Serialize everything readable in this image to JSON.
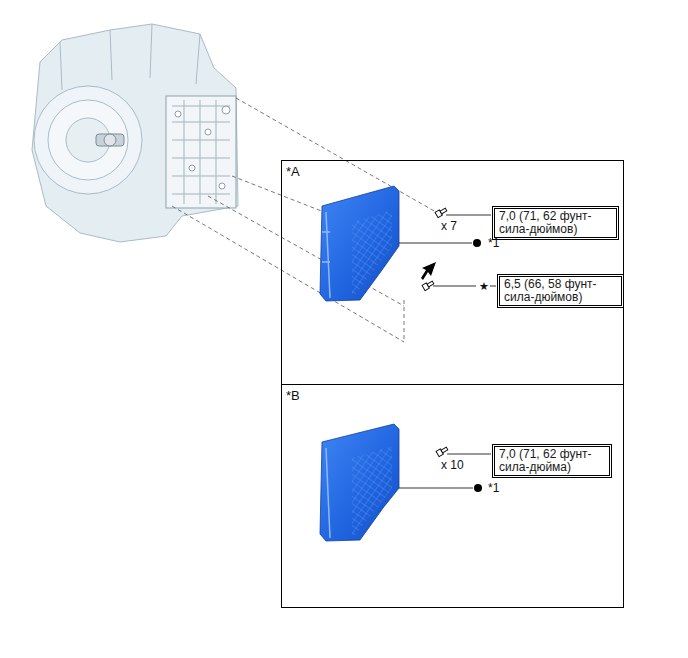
{
  "diagram": {
    "nodes": [
      {
        "text": [
          "*A"
        ]
      },
      {
        "text": [
          "7,0 (71, 62 фунт-сила-дюймов)"
        ],
        "in": 0
      },
      {
        "text": [
          "6,5 (66, 58 фунт-сила-дюймов)"
        ],
        "in": 0
      },
      {
        "text": [
          "*B"
        ]
      },
      {
        "text": [
          "7,0 (71, 62 фунт-сила-дюйма)"
        ],
        "in": 3
      }
    ],
    "labels": [
      "x 7",
      "*1",
      "★",
      "x 10",
      "*1"
    ]
  }
}
